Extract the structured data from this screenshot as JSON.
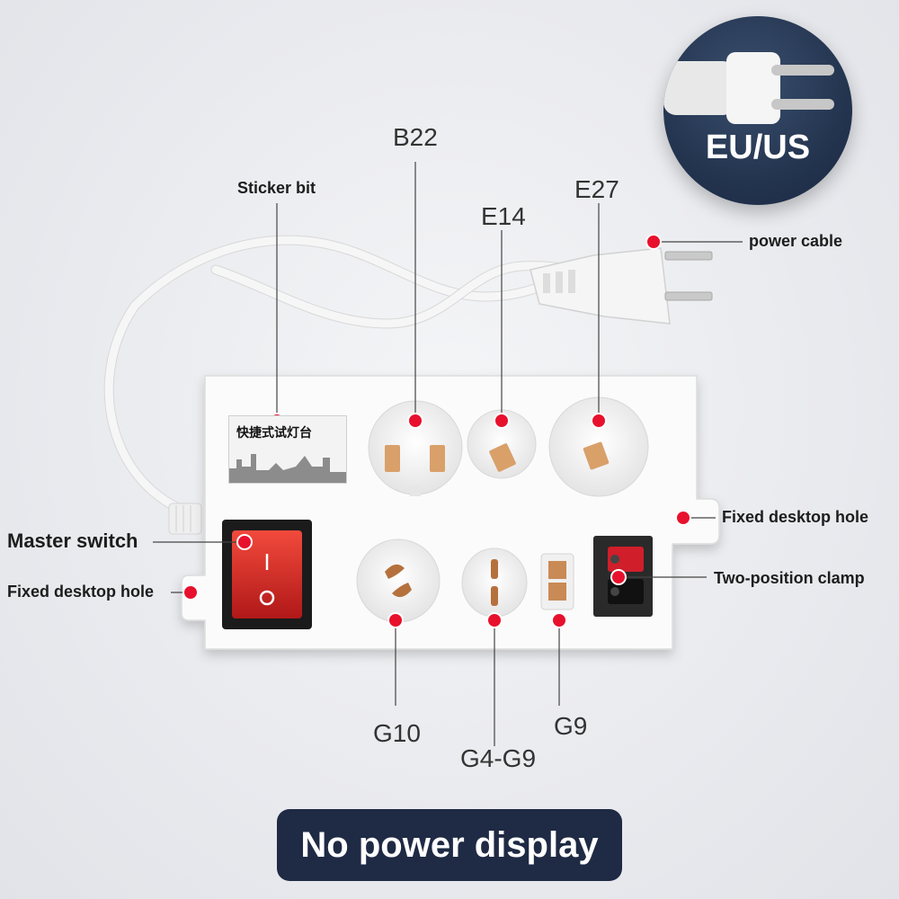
{
  "badge": {
    "text": "EU/US",
    "bg_color": "#243550",
    "icon": "eu-plug-icon"
  },
  "footer": {
    "text": "No power display",
    "bg_color": "#1f2a44"
  },
  "sticker_text": "快捷式试灯台",
  "callouts": {
    "b22": "B22",
    "e14": "E14",
    "e27": "E27",
    "sticker_bit": "Sticker bit",
    "power_cable": "power cable",
    "master_switch": "Master switch",
    "fixed_hole_left": "Fixed desktop hole",
    "fixed_hole_right": "Fixed desktop hole",
    "two_position_clamp": "Two-position clamp",
    "g10": "G10",
    "g4_g9": "G4-G9",
    "g9": "G9"
  },
  "colors": {
    "marker": "#e8112d",
    "switch_red": "#d9232b",
    "socket_metal": "#d9a06a",
    "clamp_red": "#d01e2a",
    "body_white": "#fbfbfb"
  }
}
